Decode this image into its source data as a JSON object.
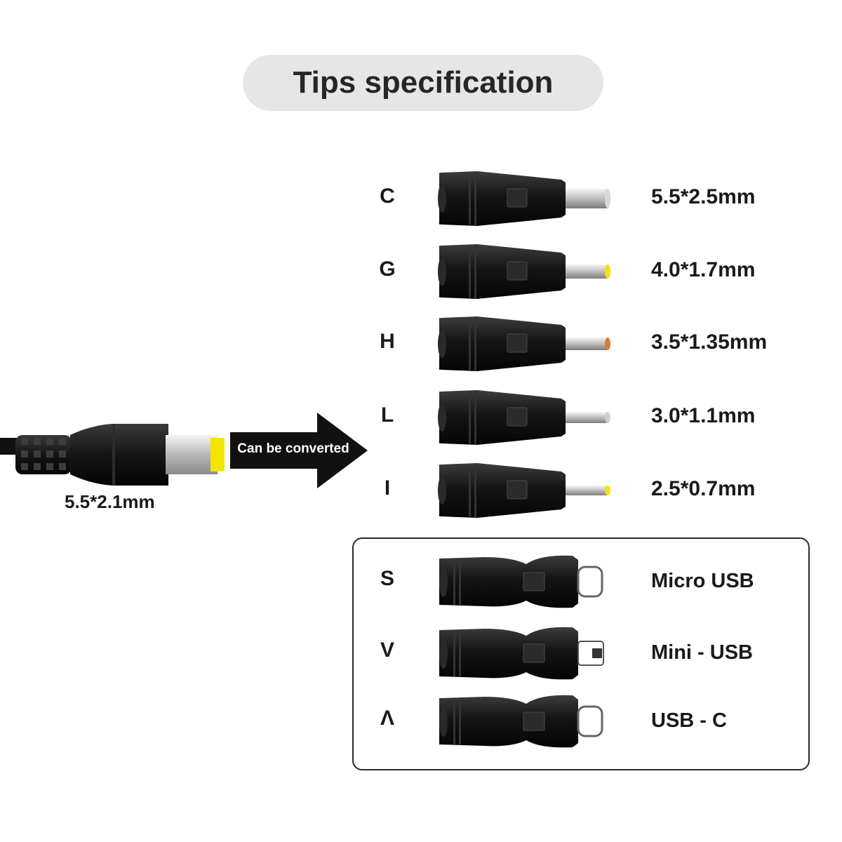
{
  "title": "Tips specification",
  "source": {
    "label": "5.5*2.1mm"
  },
  "arrow": {
    "label": "Can be converted"
  },
  "dc_tips": [
    {
      "letter": "C",
      "spec": "5.5*2.5mm",
      "tip_color": "#d9d9d9"
    },
    {
      "letter": "G",
      "spec": "4.0*1.7mm",
      "tip_color": "#f2e400"
    },
    {
      "letter": "H",
      "spec": "3.5*1.35mm",
      "tip_color": "#e07a2a"
    },
    {
      "letter": "L",
      "spec": "3.0*1.1mm",
      "tip_color": "#cfcfcf"
    },
    {
      "letter": "I",
      "spec": "2.5*0.7mm",
      "tip_color": "#f2e400"
    }
  ],
  "usb_tips": [
    {
      "letter": "S",
      "name": "Micro USB"
    },
    {
      "letter": "V",
      "name": "Mini - USB"
    },
    {
      "letter": "Λ",
      "name": "USB - C"
    }
  ],
  "colors": {
    "pill_bg": "#e6e6e6",
    "arrow": "#111111",
    "connector_body": "#1b1b1b",
    "source_tip": "#f2e400"
  }
}
